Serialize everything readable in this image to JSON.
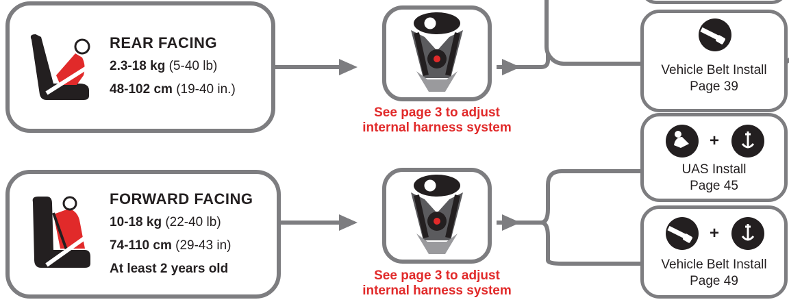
{
  "rear": {
    "title": "REAR FACING",
    "weight_bold": "2.3-18 kg",
    "weight_note": "(5-40 lb)",
    "height_bold": "48-102 cm",
    "height_note": "(19-40 in.)",
    "note_line1": "See page 3 to adjust",
    "note_line2": "internal harness system"
  },
  "forward": {
    "title": "FORWARD FACING",
    "weight_bold": "10-18 kg",
    "weight_note": "(22-40 lb)",
    "height_bold": "74-110 cm",
    "height_note": "(29-43 in)",
    "age": "At least 2 years old",
    "note_line1": "See page 3 to adjust",
    "note_line2": "internal harness system"
  },
  "options": {
    "rear_belt": {
      "label": "Vehicle Belt Install",
      "page": "Page 39"
    },
    "fwd_uas": {
      "label": "UAS Install",
      "page": "Page 45",
      "plus": "+"
    },
    "fwd_belt": {
      "label": "Vehicle Belt Install",
      "page": "Page 49",
      "plus": "+"
    }
  },
  "colors": {
    "accent_red": "#e12a2a",
    "frame_gray": "#7d7d80",
    "icon_black": "#231f20"
  },
  "icons": [
    "rear-facing-seat-icon",
    "forward-facing-seat-icon",
    "harness-icon",
    "vehicle-belt-icon",
    "uas-latch-icon",
    "tether-anchor-icon"
  ]
}
